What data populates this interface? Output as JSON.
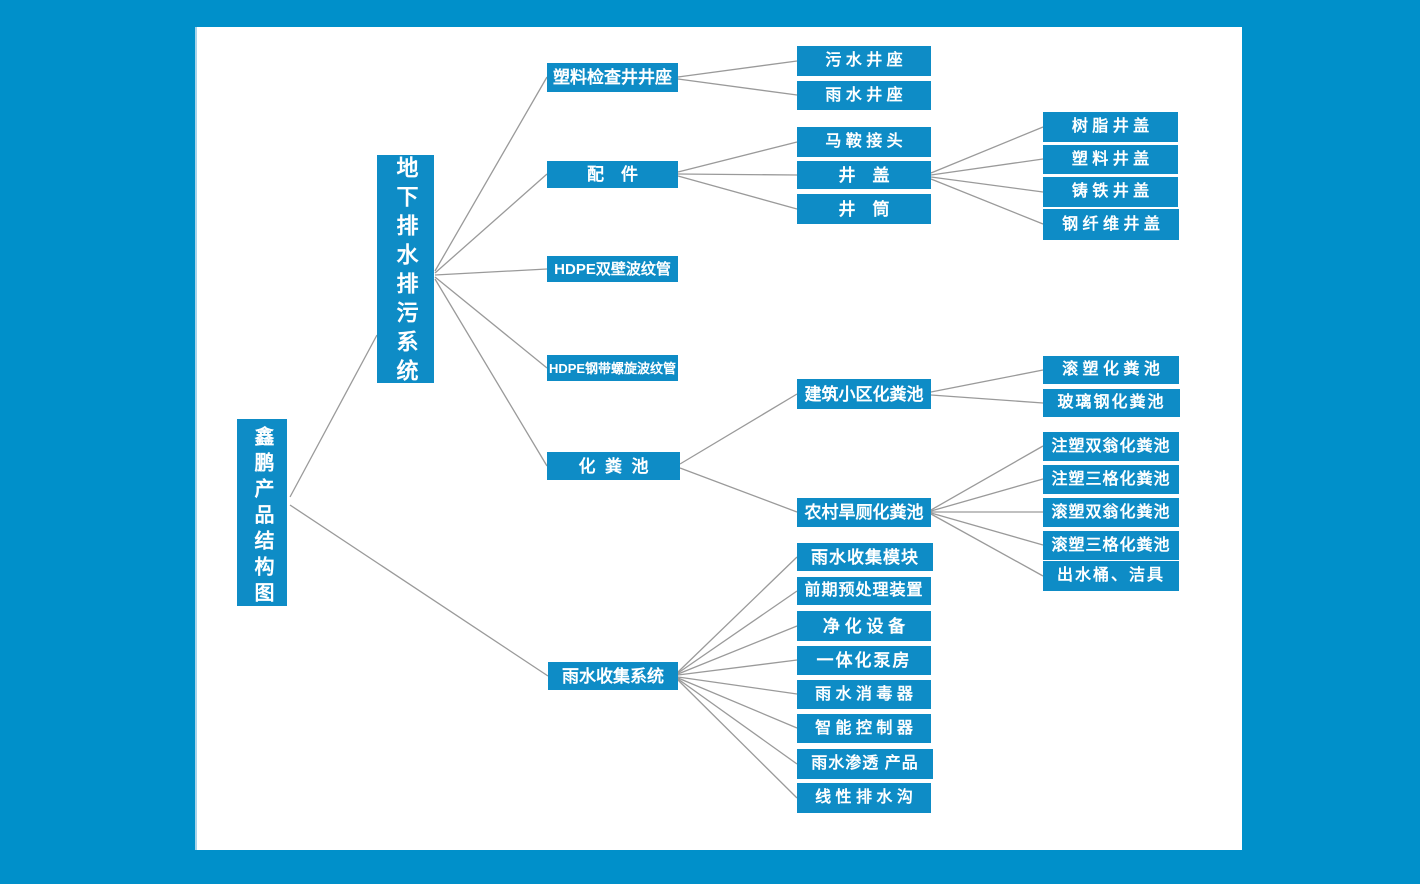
{
  "diagram": {
    "title": "鑫鹏产品结构图",
    "colors": {
      "background": "#0090ca",
      "canvas": "#ffffff",
      "node_fill": "#0e8cc6",
      "node_text": "#ffffff",
      "connector": "#9a9a9a"
    },
    "nodes": {
      "root": "鑫鹏产品结构图",
      "underground_drainage_system": "地下排水排污系统",
      "plastic_inspection_well_base": "塑料检查井井座",
      "fittings": "配　件",
      "hdpe_double_wall_pipe": "HDPE双壁波纹管",
      "hdpe_steel_belt_pipe": "HDPE钢带螺旋波纹管",
      "septic_tank": "化  粪  池",
      "rainwater_collection_system": "雨水收集系统",
      "sewage_well_base": "污 水 井 座",
      "rain_well_base": "雨 水 井 座",
      "saddle_joint": "马 鞍 接 头",
      "well_cover": "井　盖",
      "well_shaft": "井　筒",
      "resin_well_cover": "树 脂 井 盖",
      "plastic_well_cover": "塑 料 井 盖",
      "cast_iron_well_cover": "铸 铁 井 盖",
      "steel_fiber_well_cover": "钢 纤 维 井 盖",
      "residential_septic_tank": "建筑小区化粪池",
      "rural_toilet_septic_tank": "农村旱厕化粪池",
      "roto_molded_septic_tank": "滚 塑 化 粪 池",
      "frp_septic_tank": "玻璃钢化粪池",
      "injection_double_urn_septic": "注塑双翁化粪池",
      "injection_three_grid_septic": "注塑三格化粪池",
      "roto_double_urn_septic": "滚塑双翁化粪池",
      "roto_three_grid_septic": "滚塑三格化粪池",
      "outlet_bucket_sanitary_ware": "出水桶、洁具",
      "rain_collection_module": "雨水收集模块",
      "pretreatment_device": "前期预处理装置",
      "purification_equipment": "净 化 设 备",
      "integrated_pump_house": "一体化泵房",
      "rain_disinfector": "雨 水 消 毒 器",
      "smart_controller": "智 能 控 制 器",
      "rain_infiltration_products": "雨水渗透 产品",
      "linear_drainage_ditch": "线 性 排 水 沟"
    }
  }
}
